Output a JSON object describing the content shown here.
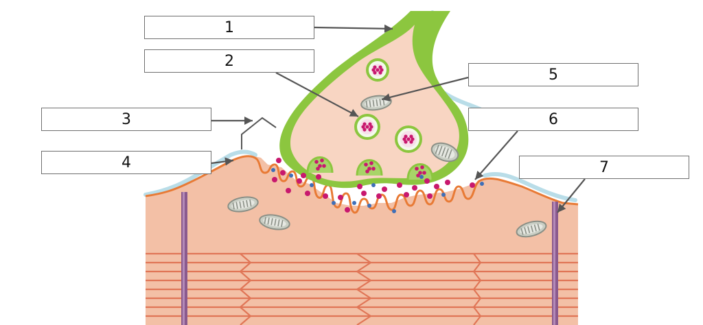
{
  "labels": [
    {
      "id": "1",
      "text": "1"
    },
    {
      "id": "2",
      "text": "2"
    },
    {
      "id": "3",
      "text": "3"
    },
    {
      "id": "4",
      "text": "4"
    },
    {
      "id": "5",
      "text": "5"
    },
    {
      "id": "6",
      "text": "6"
    },
    {
      "id": "7",
      "text": "7"
    }
  ],
  "colors": {
    "axon_sheath": "#8cc63f",
    "terminal": "#f8d5c2",
    "muscle": "#f3c0a6",
    "muscle_fiber": "#e07556",
    "membrane": "#e87a35",
    "vesicle_dots": "#c8186e",
    "receptor_dots": "#3f6fb8",
    "t_tubule": "#8a5a8e",
    "glia": "#b9dde8",
    "arrow": "#555555"
  },
  "icons": [
    "mitochondrion-icon",
    "synaptic-vesicle-icon",
    "neurotransmitter-dot-icon",
    "receptor-dot-icon"
  ]
}
